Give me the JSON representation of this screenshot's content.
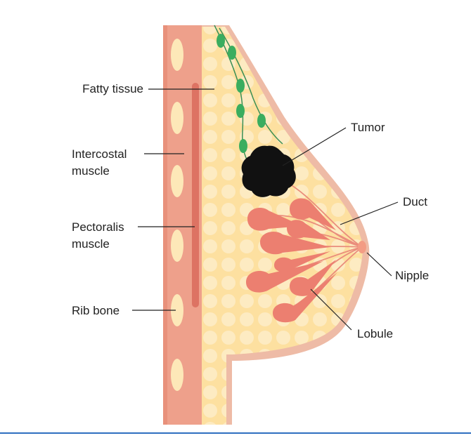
{
  "labels": {
    "fatty_tissue": "Fatty tissue",
    "intercostal_line1": "Intercostal",
    "intercostal_line2": "muscle",
    "pectoralis_line1": "Pectoralis",
    "pectoralis_line2": "muscle",
    "rib_bone": "Rib bone",
    "tumor": "Tumor",
    "duct": "Duct",
    "nipple": "Nipple",
    "lobule": "Lobule"
  },
  "colors": {
    "skin": "#eebba6",
    "rib_wall": "#eea08b",
    "rib_bone": "#fde8b8",
    "pectoralis": "#dd7363",
    "fat": "#fde0a0",
    "fat_cells": "#fdebc2",
    "lobule": "#ec7f70",
    "duct": "#ea8d7c",
    "lymph_vessel": "#3a8f55",
    "lymph_node": "#3aad5f",
    "tumor": "#111111",
    "nipple": "#f39c84",
    "leader_line": "#222222",
    "bottom_rule": "#2f6fc0"
  }
}
